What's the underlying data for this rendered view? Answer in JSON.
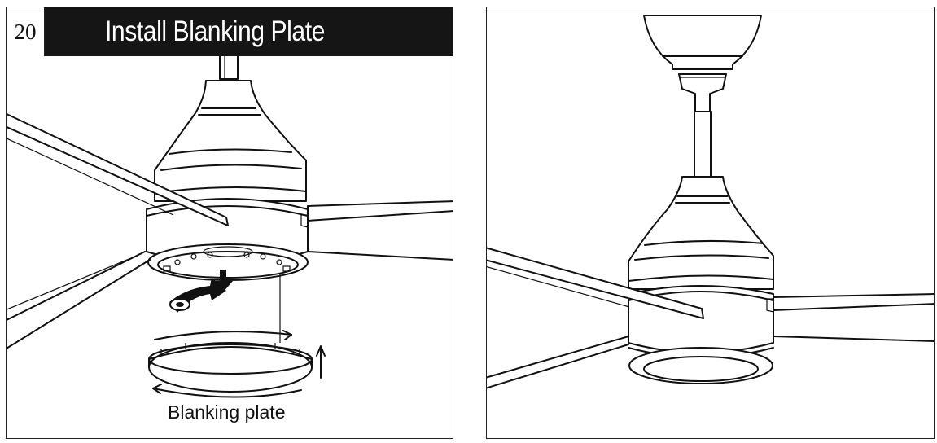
{
  "step": {
    "number": "20",
    "title": "Install Blanking Plate"
  },
  "labels": {
    "blanking_plate": "Blanking plate"
  },
  "colors": {
    "title_bar": "#151515",
    "line": "#111111",
    "background": "#ffffff"
  }
}
